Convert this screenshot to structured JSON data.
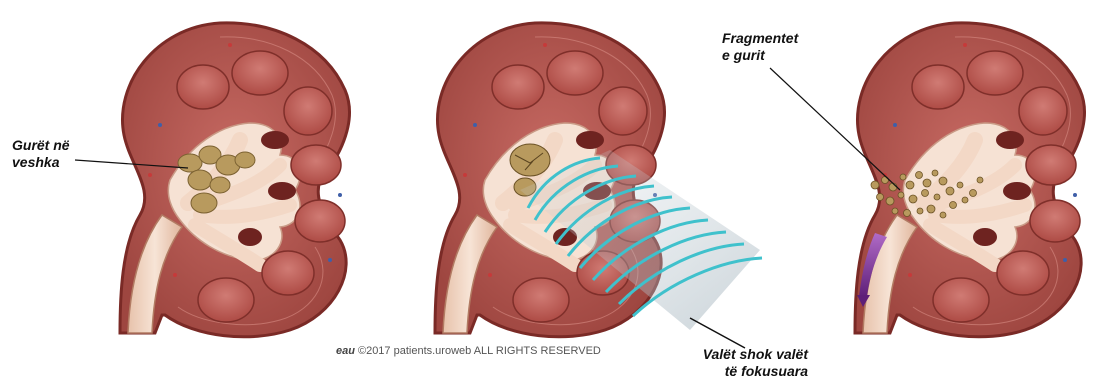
{
  "labels": {
    "stones": [
      "Gurët në",
      "veshka"
    ],
    "fragments": [
      "Fragmentet",
      "e gurit"
    ],
    "waves": [
      "Valët shok valët",
      "të fokusuara"
    ]
  },
  "credit": {
    "logo": "eau",
    "text": "©2017 patients.uroweb ALL RIGHTS RESERVED"
  },
  "colors": {
    "kidney": "#b0524b",
    "kidney_edge": "#7a2a26",
    "medulla": "#c25e58",
    "sinus": "#f6e2d4",
    "stone": "#b89a5e",
    "wave": "#3fc1cc",
    "arrow": "#7b2d8e"
  }
}
